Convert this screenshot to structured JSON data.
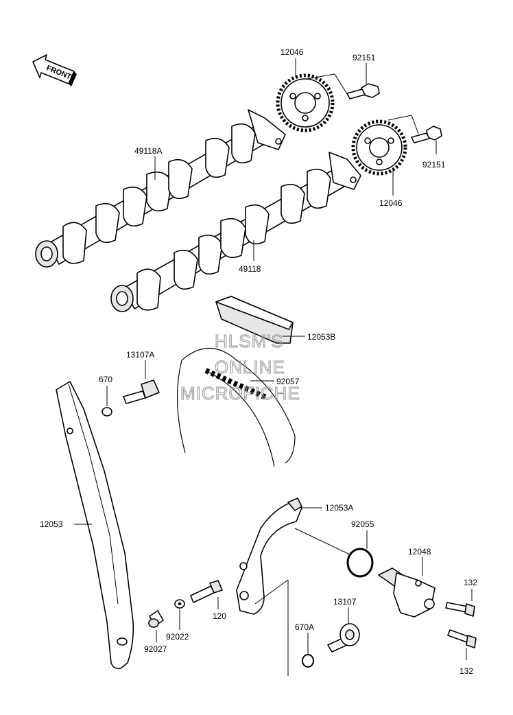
{
  "front_arrow": {
    "text": "FRONT"
  },
  "watermark": {
    "line1": "HLSM'S",
    "line2": "ONLINE",
    "line3": "MICROFICHE"
  },
  "parts": {
    "sprocket_top": "12046",
    "bolt_top": "92151",
    "camshaft_upper": "49118A",
    "sprocket_right": "12046",
    "bolt_right": "92151",
    "camshaft_lower": "49118",
    "guide_top": "12053B",
    "bolt_13107A": "13107A",
    "oring_670": "670",
    "chain": "92057",
    "guide_left": "12053",
    "guide_right": "12053A",
    "oring_92055": "92055",
    "tensioner": "12048",
    "bolt_132_upper": "132",
    "bolt_132_lower": "132",
    "bolt_13107": "13107",
    "oring_670A": "670A",
    "bolt_120": "120",
    "washer_92022": "92022",
    "collar_92027": "92027"
  }
}
